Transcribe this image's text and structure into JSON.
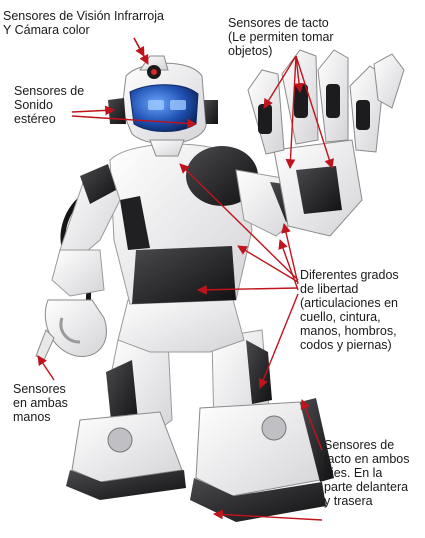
{
  "labels": {
    "vision": "Sensores de Visión Infrarroja\nY Cámara color",
    "tacto": "Sensores de tacto\n(Le permiten tomar\nobjetos)",
    "sonido": "Sensores de\nSonido\nestéreo",
    "grados": "Diferentes grados\nde libertad\n(articulaciones en\ncuello, cintura,\nmanos, hombros,\ncodos y piernas)",
    "manos": "Sensores\nen ambas\nmanos",
    "pies": "Sensores de\ntacto en ambos\npies. En la\nparte delantera\ny trasera"
  },
  "colors": {
    "arrow": "#c0141c",
    "robot_white": "#f2f2f2",
    "robot_black": "#1c1c1e",
    "visor": "#2c63c4",
    "text": "#1a1a1a"
  },
  "icons": [
    "robot-illustration",
    "arrow-lines"
  ]
}
